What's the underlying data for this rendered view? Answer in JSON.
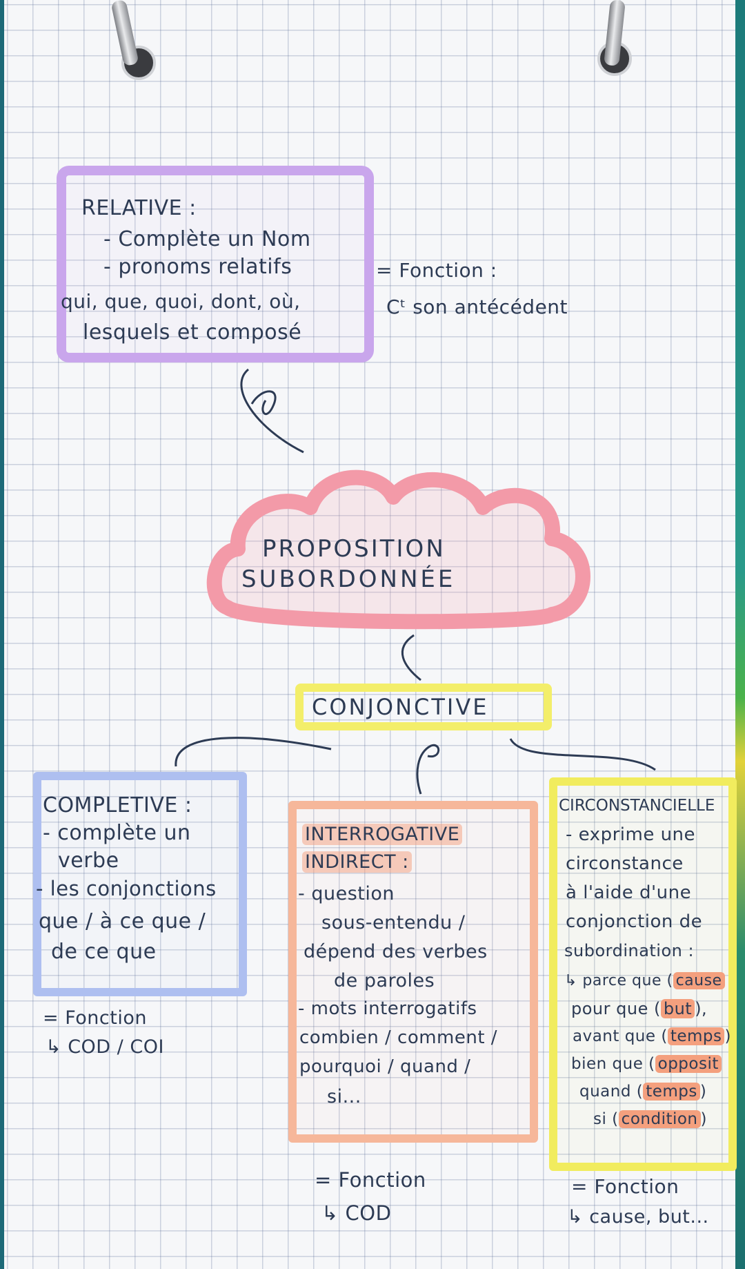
{
  "relative": {
    "title": "RELATIVE :",
    "line1": "- Complète un Nom",
    "line2": "- pronoms relatifs",
    "line3": "qui, que, quoi, dont, où,",
    "line4": "lesquels et composé",
    "fonction": "= Fonction :",
    "fonction_detail": "Cᵗ son antécédent"
  },
  "center": {
    "line1": "PROPOSITION",
    "line2": "SUBORDONNÉE"
  },
  "conjonctive": "CONJONCTIVE",
  "completive": {
    "title": "COMPLETIVE :",
    "lines": [
      "- complète un",
      "verbe",
      "- les conjonctions",
      "que / à ce que /",
      "de ce que"
    ],
    "fonction": "= Fonction",
    "fonction_detail": "↳ COD / COI"
  },
  "interrogative": {
    "title1": "INTERROGATIVE",
    "title2": "INDIRECT :",
    "lines": [
      "- question",
      "sous-entendu /",
      "dépend des verbes",
      "de paroles",
      "- mots interrogatifs",
      "combien / comment /",
      "pourquoi / quand /",
      "si..."
    ],
    "fonction": "= Fonction",
    "fonction_detail": "↳ COD"
  },
  "circonstancielle": {
    "title": "CIRCONSTANCIELLE",
    "lines": [
      "- exprime une",
      "circonstance",
      "à l'aide d'une",
      "conjonction de",
      "subordination :"
    ],
    "examples": [
      {
        "prefix": "↳ parce que (",
        "tag": "cause",
        "suffix": ""
      },
      {
        "prefix": "pour que (",
        "tag": "but",
        "suffix": "),"
      },
      {
        "prefix": "avant que (",
        "tag": "temps",
        "suffix": ")"
      },
      {
        "prefix": "bien que (",
        "tag": "opposit",
        "suffix": ""
      },
      {
        "prefix": "quand (",
        "tag": "temps",
        "suffix": ")"
      },
      {
        "prefix": "si (",
        "tag": "condition",
        "suffix": ")"
      }
    ],
    "fonction": "= Fonction",
    "fonction_detail": "↳ cause, but..."
  },
  "colors": {
    "relative_border": "#c9a6ec",
    "cloud": "#f39aa8",
    "conjonctive_border": "#f3ee6a",
    "completive_border": "#aebff0",
    "interrogative_border": "#f6b79a",
    "circonstancielle_border": "#f1ec5e",
    "highlight_orange": "#f4a07e",
    "ink": "#2d3b54"
  }
}
